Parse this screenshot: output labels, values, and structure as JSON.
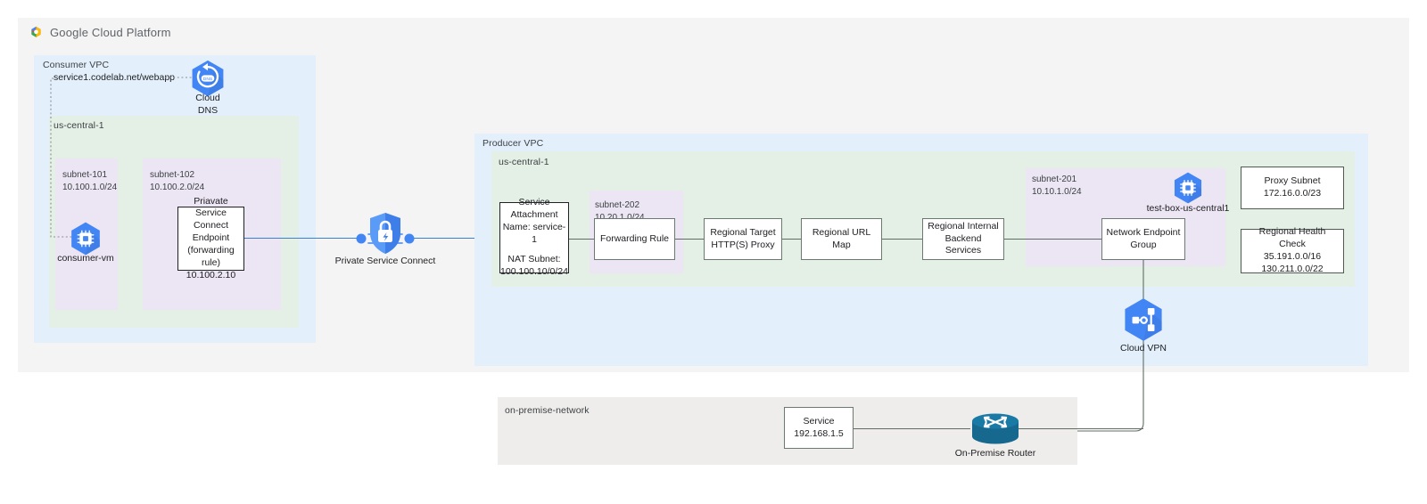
{
  "header": {
    "logo_icon": "google-cloud-platform-logo",
    "wordmark": "Google Cloud Platform"
  },
  "consumer": {
    "vpc_label": "Consumer VPC",
    "region_label": "us-central-1",
    "dns_record": "service1.codelab.net/webapp",
    "cloud_dns": {
      "icon": "cloud-dns-icon",
      "label_line1": "Cloud",
      "label_line2": "DNS"
    },
    "subnets": [
      {
        "name": "subnet-101",
        "cidr": "10.100.1.0/24"
      },
      {
        "name": "subnet-102",
        "cidr": "10.100.2.0/24"
      }
    ],
    "vm": {
      "icon": "compute-engine-vm-icon",
      "label": "consumer-vm"
    },
    "psc_endpoint": {
      "line1": "Priavate Service",
      "line2": "Connect Endpoint",
      "line3": "(forwarding rule)",
      "line4": "10.100.2.10"
    }
  },
  "psc": {
    "icon": "private-service-connect-icon",
    "label": "Private Service Connect"
  },
  "producer": {
    "vpc_label": "Producer VPC",
    "region_label": "us-central-1",
    "service_attachment": {
      "line1": "Service",
      "line2": "Attachment",
      "line3": "Name: service-1",
      "line4": "NAT Subnet:",
      "line5": "100.100.10/0/24"
    },
    "subnet_202": {
      "name": "subnet-202",
      "cidr": "10.20.1.0/24"
    },
    "subnet_201": {
      "name": "subnet-201",
      "cidr": "10.10.1.0/24"
    },
    "chain": [
      {
        "id": "forwarding-rule",
        "line1": "Forwarding Rule",
        "line2": ""
      },
      {
        "id": "regional-target-proxy",
        "line1": "Regional Target",
        "line2": "HTTP(S) Proxy"
      },
      {
        "id": "regional-url-map",
        "line1": "Regional URL Map",
        "line2": ""
      },
      {
        "id": "regional-backend-services",
        "line1": "Regional Internal",
        "line2": "Backend Services"
      },
      {
        "id": "network-endpoint-group",
        "line1": "Network Endpoint",
        "line2": "Group"
      }
    ],
    "test_box": {
      "icon": "compute-engine-vm-icon",
      "label": "test-box-us-central1"
    },
    "proxy_subnet": {
      "line1": "Proxy Subnet",
      "line2": "172.16.0.0/23"
    },
    "health_check": {
      "line1": "Regional Health Check",
      "line2": "35.191.0.0/16",
      "line3": "130.211.0.0/22"
    }
  },
  "cloud_vpn": {
    "icon": "cloud-vpn-icon",
    "label": "Cloud VPN"
  },
  "onprem": {
    "network_label": "on-premise-network",
    "service": {
      "line1": "Service",
      "line2": "192.168.1.5"
    },
    "router": {
      "icon": "on-premise-router-icon",
      "label": "On-Premise Router"
    }
  },
  "colors": {
    "canvas": "#f4f4f4",
    "vpc": "#e3f0fc",
    "region": "#e4f0e6",
    "subnet": "#ece5f3",
    "onprem": "#efedeb",
    "gcp_blue": "#4285f4",
    "line": "#5f6d64",
    "blue_line": "#3d7fd1",
    "router_teal": "#16688f"
  }
}
